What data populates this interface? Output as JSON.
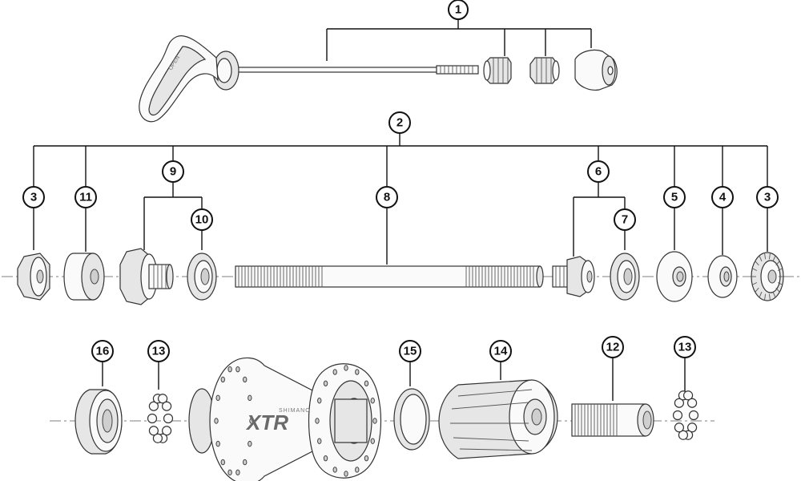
{
  "diagram": {
    "callouts": [
      {
        "id": "c1",
        "label": "1"
      },
      {
        "id": "c2",
        "label": "2"
      },
      {
        "id": "c3a",
        "label": "3"
      },
      {
        "id": "c11",
        "label": "11"
      },
      {
        "id": "c9",
        "label": "9"
      },
      {
        "id": "c10",
        "label": "10"
      },
      {
        "id": "c8",
        "label": "8"
      },
      {
        "id": "c6",
        "label": "6"
      },
      {
        "id": "c7",
        "label": "7"
      },
      {
        "id": "c5",
        "label": "5"
      },
      {
        "id": "c4",
        "label": "4"
      },
      {
        "id": "c3b",
        "label": "3"
      },
      {
        "id": "c16",
        "label": "16"
      },
      {
        "id": "c13a",
        "label": "13"
      },
      {
        "id": "c15",
        "label": "15"
      },
      {
        "id": "c14",
        "label": "14"
      },
      {
        "id": "c12",
        "label": "12"
      },
      {
        "id": "c13b",
        "label": "13"
      }
    ],
    "hub_brand": "XTR",
    "hub_brand_small": "SHIMANO",
    "lever_text": "OPEN"
  },
  "colors": {
    "line": "#111111",
    "part_fill": "#fafafa",
    "part_shade": "#cfcfcf",
    "background": "#ffffff"
  }
}
